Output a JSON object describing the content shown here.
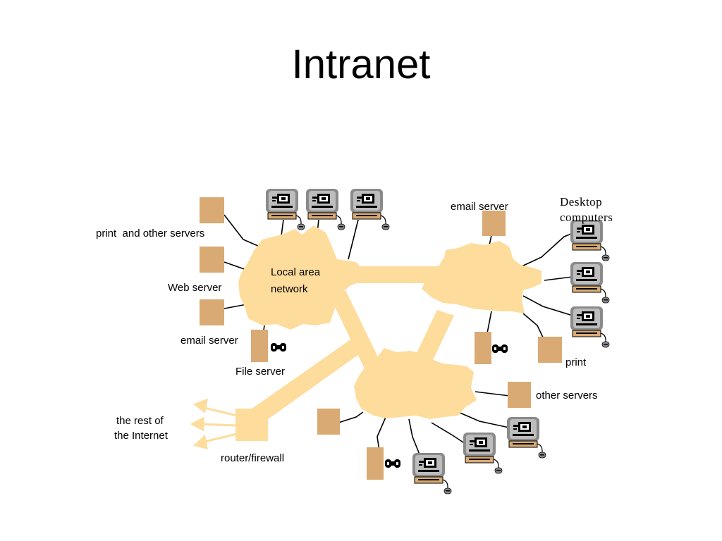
{
  "title": "Intranet",
  "colors": {
    "cloud": "#fddc9c",
    "server": "#d9aa73",
    "monitor_frame": "#8a8a8a",
    "line": "#000000",
    "arrow": "#fddc9c"
  },
  "labels": {
    "print_other_servers": "print  and other servers",
    "web_server": "Web server",
    "email_server_left": "email server",
    "file_server": "File server",
    "lan_line1": "Local area",
    "lan_line2": "network",
    "email_server_top": "email server",
    "desktop_line1": "Desktop",
    "desktop_line2": "computers",
    "print": "print",
    "other_servers": "other servers",
    "rest_line1": "the rest of",
    "rest_line2": "the Internet",
    "router_firewall": "router/firewall"
  },
  "icons": {
    "computer": "desktop-computer-icon",
    "server": "server-box-icon",
    "tape": "tape-drive-icon",
    "arrow": "arrow-left-icon"
  }
}
